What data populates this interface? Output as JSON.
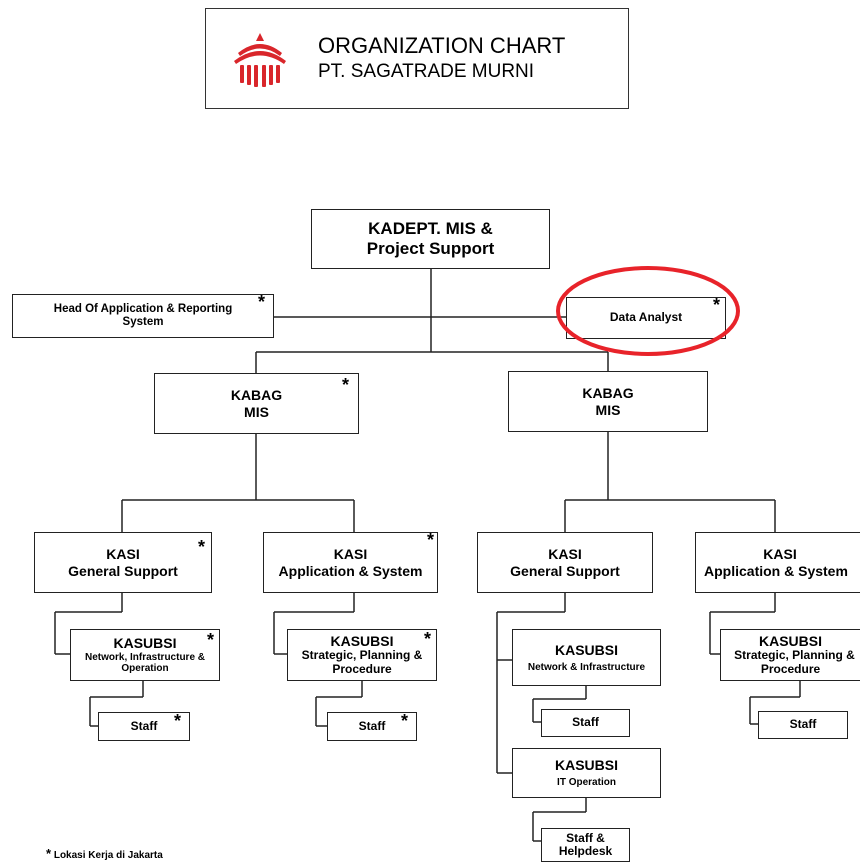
{
  "header": {
    "title": "ORGANIZATION CHART",
    "company": "PT. SAGATRADE MURNI",
    "logo_color": "#d9262b"
  },
  "boxes": {
    "kadept": {
      "l1": "KADEPT. MIS &",
      "l2": "Project Support"
    },
    "head_app": {
      "l1": "Head Of Application & Reporting",
      "l2": "System"
    },
    "data_analyst": {
      "l1": "Data Analyst"
    },
    "kabag_left": {
      "l1": "KABAG",
      "l2": "MIS"
    },
    "kabag_right": {
      "l1": "KABAG",
      "l2": "MIS"
    },
    "kasi_gs_left": {
      "l1": "KASI",
      "l2": "General Support"
    },
    "kasi_as_left": {
      "l1": "KASI",
      "l2": "Application & System"
    },
    "kasi_gs_right": {
      "l1": "KASI",
      "l2": "General Support"
    },
    "kasi_as_right": {
      "l1": "KASI",
      "l2": "Application & System"
    },
    "kasubsi_net_ops": {
      "l1": "KASUBSI",
      "l2": "Network, Infrastructure &",
      "l3": "Operation"
    },
    "kasubsi_strat_left": {
      "l1": "KASUBSI",
      "l2": "Strategic, Planning &",
      "l3": "Procedure"
    },
    "kasubsi_net_infra": {
      "l1": "KASUBSI",
      "l2": "Network & Infrastructure"
    },
    "kasubsi_it_op": {
      "l1": "KASUBSI",
      "l2": "IT Operation"
    },
    "kasubsi_strat_right": {
      "l1": "KASUBSI",
      "l2": "Strategic, Planning &",
      "l3": "Procedure"
    },
    "staff_1": {
      "l1": "Staff"
    },
    "staff_2": {
      "l1": "Staff"
    },
    "staff_3": {
      "l1": "Staff"
    },
    "staff_4": {
      "l1": "Staff"
    },
    "staff_helpdesk": {
      "l1": "Staff &",
      "l2": "Helpdesk"
    }
  },
  "star_symbol": "*",
  "legend": {
    "symbol": "*",
    "text": "Lokasi Kerja di Jakarta"
  },
  "highlight_color": "#e8232a"
}
